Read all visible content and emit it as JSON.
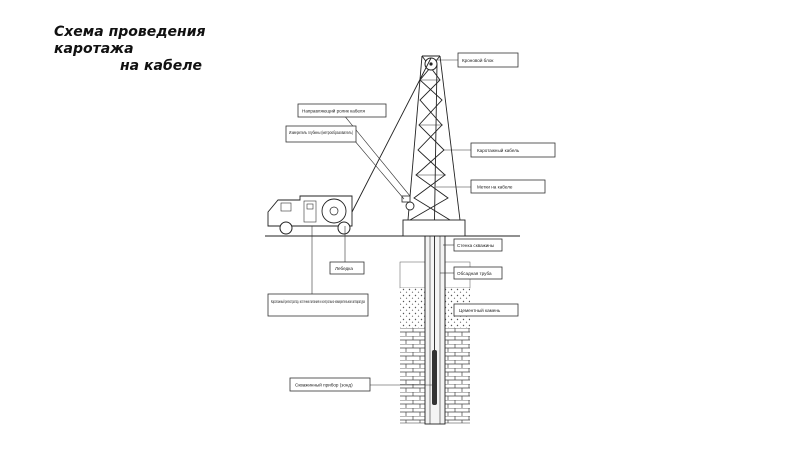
{
  "title": {
    "line1": "Схема проведения",
    "line2": "каротажа",
    "line3": "на кабеле"
  },
  "labels": {
    "derrick_block": "Кроновой блок",
    "cable_guide": "Направляющий ролик кабеля",
    "depth_counter": "Измеритель глубины (метрообразователь)",
    "logging_cable": "Каротажный кабель",
    "cable_mark": "Метки на кабеле",
    "well_wall": "Стенка скважины",
    "casing": "Обсадная труба",
    "cement": "Цементный камень",
    "winch": "Лебедка",
    "station": "Каротажный регистратор, источник питания и контрольно-измерительная аппаратура",
    "tool": "Скважинный прибор (зонд)"
  },
  "colors": {
    "line": "#222222",
    "soil": "#cfcfcf"
  }
}
